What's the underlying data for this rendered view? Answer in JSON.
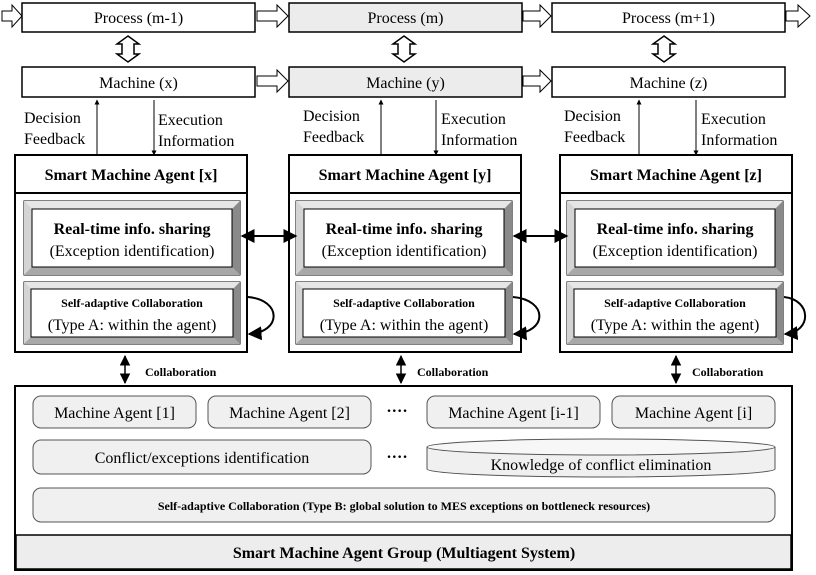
{
  "processes": [
    "Process (m-1)",
    "Process (m)",
    "Process (m+1)"
  ],
  "machines": [
    "Machine  (x)",
    "Machine  (y)",
    "Machine  (z)"
  ],
  "agents": [
    {
      "decision_line1": "Decision",
      "decision_line2": "Feedback",
      "execution_line1": "Execution",
      "execution_line2": "Information",
      "title": "Smart Machine Agent [x]",
      "info_line1": "Real-time info. sharing",
      "info_line2": "(Exception identification)",
      "collab_line1": "Self-adaptive Collaboration",
      "collab_line2": "(Type A: within  the agent)",
      "link_label": "Collaboration"
    },
    {
      "decision_line1": "Decision",
      "decision_line2": "Feedback",
      "execution_line1": "Execution",
      "execution_line2": "Information",
      "title": "Smart Machine Agent [y]",
      "info_line1": "Real-time info. sharing",
      "info_line2": "(Exception identification)",
      "collab_line1": "Self-adaptive Collaboration",
      "collab_line2": "(Type A: within  the agent)",
      "link_label": "Collaboration"
    },
    {
      "decision_line1": "Decision",
      "decision_line2": "Feedback",
      "execution_line1": "Execution",
      "execution_line2": "Information",
      "title": "Smart Machine Agent [z]",
      "info_line1": "Real-time info. sharing",
      "info_line2": "(Exception identification)",
      "collab_line1": "Self-adaptive Collaboration",
      "collab_line2": "(Type A: within  the agent)",
      "link_label": "Collaboration"
    }
  ],
  "group": {
    "machine_agents": [
      "Machine Agent [1]",
      "Machine Agent [2]",
      "Machine Agent [i-1]",
      "Machine Agent [i]"
    ],
    "ellipsis": "····",
    "conflict_label": "Conflict/exceptions identification",
    "knowledge_label": "Knowledge of conflict elimination",
    "collab_b_label": "Self-adaptive Collaboration  (Type B: global solution to MES exceptions on bottleneck resources)",
    "footer_title": "Smart Machine Agent Group (Multiagent System)"
  }
}
